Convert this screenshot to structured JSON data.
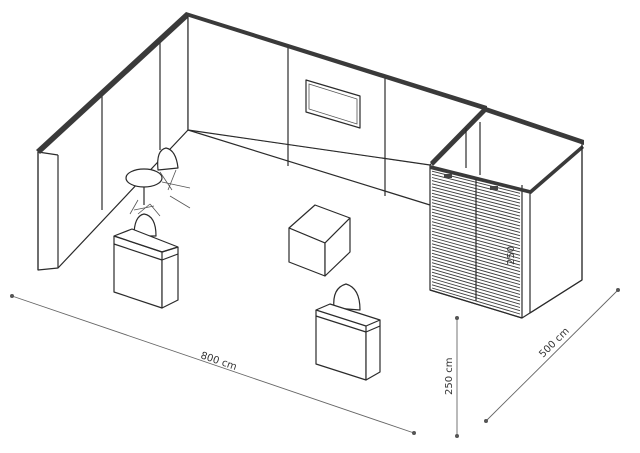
{
  "dimensions": {
    "width_label": "800 cm",
    "depth_label": "500 cm",
    "height_label": "250 cm",
    "storage_height_label": "250"
  },
  "colors": {
    "line": "#2b2b2b",
    "fill": "#ffffff",
    "dimension": "#666666"
  },
  "objects": [
    "back-wall",
    "left-wall",
    "storage-room",
    "graphic-panel",
    "bistro-table",
    "chairs",
    "counters",
    "cube-display"
  ]
}
